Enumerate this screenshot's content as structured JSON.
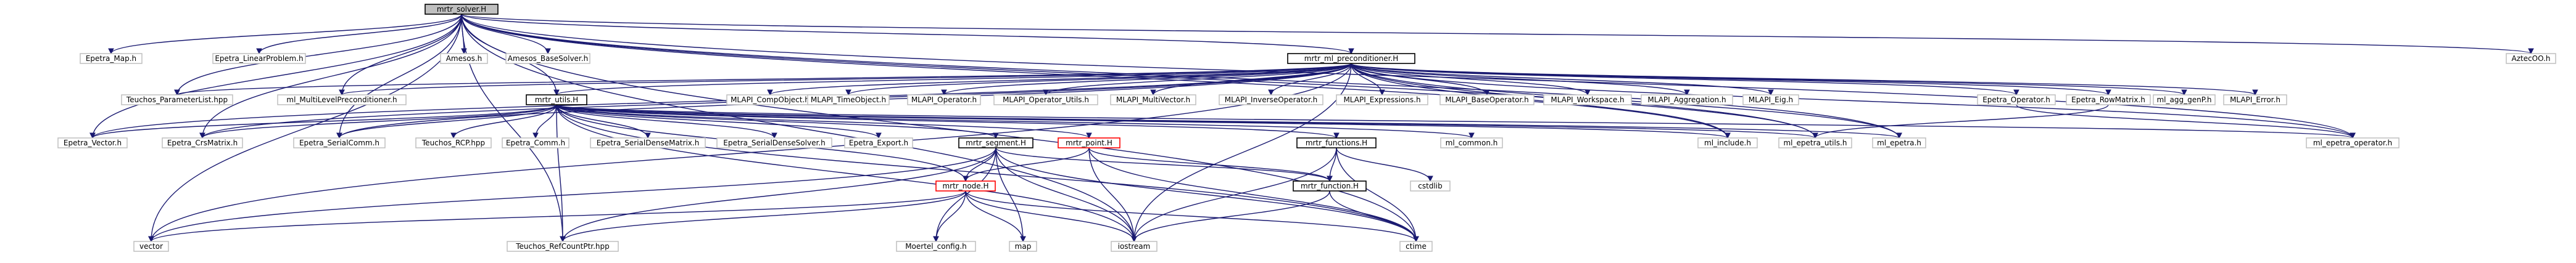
{
  "nodes": [
    {
      "id": "root",
      "label": "mrtr_solver.H",
      "kind": "root",
      "interactable": false
    },
    {
      "id": "epetra_map",
      "label": "Epetra_Map.h",
      "kind": "plain"
    },
    {
      "id": "epetra_linearproblem",
      "label": "Epetra_LinearProblem.h",
      "kind": "plain"
    },
    {
      "id": "amesos",
      "label": "Amesos.h",
      "kind": "plain"
    },
    {
      "id": "amesos_basesolver",
      "label": "Amesos_BaseSolver.h",
      "kind": "plain"
    },
    {
      "id": "mrtr_ml_preconditioner",
      "label": "mrtr_ml_preconditioner.H",
      "kind": "link"
    },
    {
      "id": "aztecoo",
      "label": "AztecOO.h",
      "kind": "plain"
    },
    {
      "id": "teuchos_parameterlist",
      "label": "Teuchos_ParameterList.hpp",
      "kind": "plain"
    },
    {
      "id": "ml_multilevelpreconditioner",
      "label": "ml_MultiLevelPreconditioner.h",
      "kind": "plain"
    },
    {
      "id": "mrtr_utils",
      "label": "mrtr_utils.H",
      "kind": "link"
    },
    {
      "id": "mlapi_compobject",
      "label": "MLAPI_CompObject.h",
      "kind": "plain"
    },
    {
      "id": "mlapi_timeobject",
      "label": "MLAPI_TimeObject.h",
      "kind": "plain"
    },
    {
      "id": "mlapi_operator",
      "label": "MLAPI_Operator.h",
      "kind": "plain"
    },
    {
      "id": "mlapi_operator_utils",
      "label": "MLAPI_Operator_Utils.h",
      "kind": "plain"
    },
    {
      "id": "mlapi_multivector",
      "label": "MLAPI_MultiVector.h",
      "kind": "plain"
    },
    {
      "id": "mlapi_inverseoperator",
      "label": "MLAPI_InverseOperator.h",
      "kind": "plain"
    },
    {
      "id": "mlapi_expressions",
      "label": "MLAPI_Expressions.h",
      "kind": "plain"
    },
    {
      "id": "mlapi_baseoperator",
      "label": "MLAPI_BaseOperator.h",
      "kind": "plain"
    },
    {
      "id": "mlapi_workspace",
      "label": "MLAPI_Workspace.h",
      "kind": "plain"
    },
    {
      "id": "mlapi_aggregation",
      "label": "MLAPI_Aggregation.h",
      "kind": "plain"
    },
    {
      "id": "mlapi_eig",
      "label": "MLAPI_Eig.h",
      "kind": "plain"
    },
    {
      "id": "epetra_operator",
      "label": "Epetra_Operator.h",
      "kind": "plain"
    },
    {
      "id": "epetra_rowmatrix",
      "label": "Epetra_RowMatrix.h",
      "kind": "plain"
    },
    {
      "id": "ml_agg_genp",
      "label": "ml_agg_genP.h",
      "kind": "plain"
    },
    {
      "id": "mlapi_error",
      "label": "MLAPI_Error.h",
      "kind": "plain"
    },
    {
      "id": "epetra_vector",
      "label": "Epetra_Vector.h",
      "kind": "plain"
    },
    {
      "id": "epetra_crsmatrix",
      "label": "Epetra_CrsMatrix.h",
      "kind": "plain"
    },
    {
      "id": "epetra_serialcomm",
      "label": "Epetra_SerialComm.h",
      "kind": "plain"
    },
    {
      "id": "teuchos_rcp",
      "label": "Teuchos_RCP.hpp",
      "kind": "plain"
    },
    {
      "id": "epetra_comm",
      "label": "Epetra_Comm.h",
      "kind": "plain"
    },
    {
      "id": "epetra_serialdensematrix",
      "label": "Epetra_SerialDenseMatrix.h",
      "kind": "plain"
    },
    {
      "id": "epetra_serialdensesolver",
      "label": "Epetra_SerialDenseSolver.h",
      "kind": "plain"
    },
    {
      "id": "epetra_export",
      "label": "Epetra_Export.h",
      "kind": "plain"
    },
    {
      "id": "mrtr_segment",
      "label": "mrtr_segment.H",
      "kind": "link"
    },
    {
      "id": "mrtr_point",
      "label": "mrtr_point.H",
      "kind": "red"
    },
    {
      "id": "mrtr_functions",
      "label": "mrtr_functions.H",
      "kind": "link"
    },
    {
      "id": "ml_common",
      "label": "ml_common.h",
      "kind": "plain"
    },
    {
      "id": "ml_include",
      "label": "ml_include.h",
      "kind": "plain"
    },
    {
      "id": "ml_epetra_utils",
      "label": "ml_epetra_utils.h",
      "kind": "plain"
    },
    {
      "id": "ml_epetra",
      "label": "ml_epetra.h",
      "kind": "plain"
    },
    {
      "id": "ml_epetra_operator",
      "label": "ml_epetra_operator.h",
      "kind": "plain"
    },
    {
      "id": "mrtr_function",
      "label": "mrtr_function.H",
      "kind": "link"
    },
    {
      "id": "cstdlib",
      "label": "cstdlib",
      "kind": "plain"
    },
    {
      "id": "mrtr_node",
      "label": "mrtr_node.H",
      "kind": "red"
    },
    {
      "id": "vector",
      "label": "vector",
      "kind": "plain"
    },
    {
      "id": "teuchos_refcountptr",
      "label": "Teuchos_RefCountPtr.hpp",
      "kind": "plain"
    },
    {
      "id": "moertel_config",
      "label": "Moertel_config.h",
      "kind": "plain"
    },
    {
      "id": "map",
      "label": "map",
      "kind": "plain"
    },
    {
      "id": "iostream",
      "label": "iostream",
      "kind": "plain"
    },
    {
      "id": "ctime",
      "label": "ctime",
      "kind": "plain"
    }
  ],
  "edges": [
    [
      "root",
      "epetra_map"
    ],
    [
      "root",
      "epetra_linearproblem"
    ],
    [
      "root",
      "amesos"
    ],
    [
      "root",
      "amesos_basesolver"
    ],
    [
      "root",
      "mrtr_ml_preconditioner"
    ],
    [
      "root",
      "aztecoo"
    ],
    [
      "root",
      "teuchos_parameterlist"
    ],
    [
      "root",
      "ml_multilevelpreconditioner"
    ],
    [
      "root",
      "mrtr_utils"
    ],
    [
      "root",
      "epetra_vector"
    ],
    [
      "root",
      "epetra_crsmatrix"
    ],
    [
      "root",
      "epetra_serialcomm"
    ],
    [
      "root",
      "vector"
    ],
    [
      "root",
      "teuchos_refcountptr"
    ],
    [
      "root",
      "ctime"
    ],
    [
      "root",
      "ml_include"
    ],
    [
      "root",
      "ml_epetra_utils"
    ],
    [
      "root",
      "ml_epetra"
    ],
    [
      "root",
      "ml_epetra_operator"
    ],
    [
      "root",
      "iostream"
    ],
    [
      "mrtr_ml_preconditioner",
      "teuchos_parameterlist"
    ],
    [
      "mrtr_ml_preconditioner",
      "ml_multilevelpreconditioner"
    ],
    [
      "mrtr_ml_preconditioner",
      "mrtr_utils"
    ],
    [
      "mrtr_ml_preconditioner",
      "mlapi_compobject"
    ],
    [
      "mrtr_ml_preconditioner",
      "mlapi_timeobject"
    ],
    [
      "mrtr_ml_preconditioner",
      "mlapi_operator"
    ],
    [
      "mrtr_ml_preconditioner",
      "mlapi_operator_utils"
    ],
    [
      "mrtr_ml_preconditioner",
      "mlapi_multivector"
    ],
    [
      "mrtr_ml_preconditioner",
      "mlapi_inverseoperator"
    ],
    [
      "mrtr_ml_preconditioner",
      "mlapi_expressions"
    ],
    [
      "mrtr_ml_preconditioner",
      "mlapi_baseoperator"
    ],
    [
      "mrtr_ml_preconditioner",
      "mlapi_workspace"
    ],
    [
      "mrtr_ml_preconditioner",
      "mlapi_aggregation"
    ],
    [
      "mrtr_ml_preconditioner",
      "mlapi_eig"
    ],
    [
      "mrtr_ml_preconditioner",
      "epetra_operator"
    ],
    [
      "mrtr_ml_preconditioner",
      "epetra_rowmatrix"
    ],
    [
      "mrtr_ml_preconditioner",
      "ml_agg_genp"
    ],
    [
      "mrtr_ml_preconditioner",
      "mlapi_error"
    ],
    [
      "mrtr_ml_preconditioner",
      "epetra_vector"
    ],
    [
      "mrtr_ml_preconditioner",
      "epetra_crsmatrix"
    ],
    [
      "mrtr_ml_preconditioner",
      "epetra_serialcomm"
    ],
    [
      "mrtr_ml_preconditioner",
      "ml_include"
    ],
    [
      "mrtr_ml_preconditioner",
      "ml_epetra_utils"
    ],
    [
      "mrtr_ml_preconditioner",
      "ml_epetra"
    ],
    [
      "mrtr_ml_preconditioner",
      "ml_epetra_operator"
    ],
    [
      "mrtr_ml_preconditioner",
      "vector"
    ],
    [
      "mrtr_ml_preconditioner",
      "iostream"
    ],
    [
      "mrtr_utils",
      "epetra_vector"
    ],
    [
      "mrtr_utils",
      "epetra_crsmatrix"
    ],
    [
      "mrtr_utils",
      "epetra_serialcomm"
    ],
    [
      "mrtr_utils",
      "teuchos_rcp"
    ],
    [
      "mrtr_utils",
      "epetra_comm"
    ],
    [
      "mrtr_utils",
      "epetra_serialdensematrix"
    ],
    [
      "mrtr_utils",
      "epetra_serialdensesolver"
    ],
    [
      "mrtr_utils",
      "epetra_export"
    ],
    [
      "mrtr_utils",
      "mrtr_segment"
    ],
    [
      "mrtr_utils",
      "mrtr_point"
    ],
    [
      "mrtr_utils",
      "mrtr_functions"
    ],
    [
      "mrtr_utils",
      "ml_common"
    ],
    [
      "mrtr_utils",
      "ml_include"
    ],
    [
      "mrtr_utils",
      "ml_epetra_utils"
    ],
    [
      "mrtr_utils",
      "ml_epetra"
    ],
    [
      "mrtr_utils",
      "ml_epetra_operator"
    ],
    [
      "mrtr_utils",
      "mrtr_node"
    ],
    [
      "mrtr_utils",
      "teuchos_refcountptr"
    ],
    [
      "mrtr_utils",
      "iostream"
    ],
    [
      "mrtr_utils",
      "ctime"
    ],
    [
      "mrtr_segment",
      "mrtr_function"
    ],
    [
      "mrtr_segment",
      "mrtr_node"
    ],
    [
      "mrtr_segment",
      "vector"
    ],
    [
      "mrtr_segment",
      "teuchos_refcountptr"
    ],
    [
      "mrtr_segment",
      "moertel_config"
    ],
    [
      "mrtr_segment",
      "map"
    ],
    [
      "mrtr_segment",
      "iostream"
    ],
    [
      "mrtr_segment",
      "ctime"
    ],
    [
      "mrtr_point",
      "mrtr_node"
    ],
    [
      "mrtr_point",
      "iostream"
    ],
    [
      "mrtr_point",
      "ctime"
    ],
    [
      "mrtr_point",
      "mrtr_function"
    ],
    [
      "mrtr_functions",
      "mrtr_function"
    ],
    [
      "mrtr_functions",
      "cstdlib"
    ],
    [
      "mrtr_functions",
      "iostream"
    ],
    [
      "mrtr_functions",
      "ctime"
    ],
    [
      "mrtr_function",
      "iostream"
    ],
    [
      "mrtr_function",
      "ctime"
    ],
    [
      "mrtr_node",
      "vector"
    ],
    [
      "mrtr_node",
      "teuchos_refcountptr"
    ],
    [
      "mrtr_node",
      "moertel_config"
    ],
    [
      "mrtr_node",
      "map"
    ],
    [
      "mrtr_node",
      "iostream"
    ],
    [
      "mrtr_node",
      "ctime"
    ],
    [
      "epetra_rowmatrix",
      "ml_epetra_utils"
    ],
    [
      "epetra_operator",
      "ml_epetra_operator"
    ]
  ]
}
